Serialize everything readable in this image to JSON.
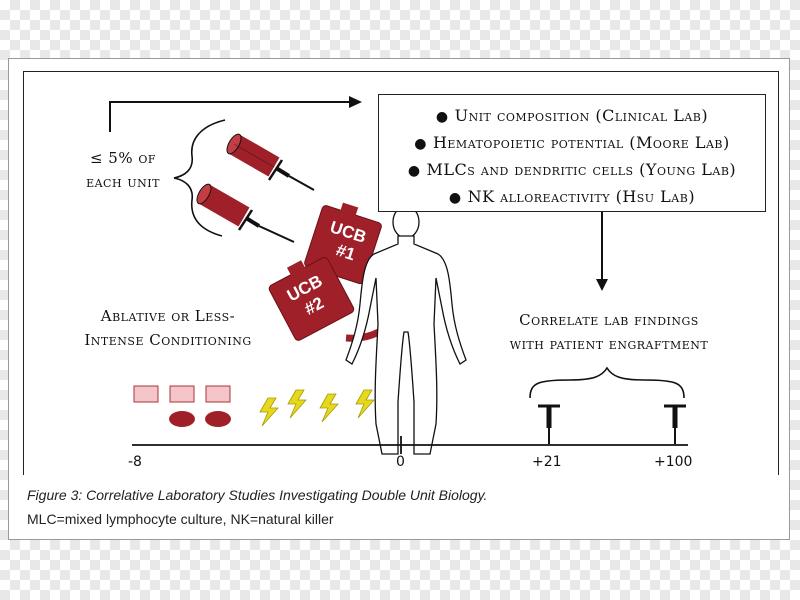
{
  "lab_studies": [
    "Unit composition (Clinical Lab)",
    "Hematopoietic potential (Moore Lab)",
    "MLCs and dendritic cells (Young Lab)",
    "NK alloreactivity (Hsu Lab)"
  ],
  "sample_label_line1": "≤ 5% of",
  "sample_label_line2": "each unit",
  "units": {
    "unit1_line1": "UCB",
    "unit1_line2": "#1",
    "unit2_line1": "UCB",
    "unit2_line2": "#2"
  },
  "conditioning_line1": "Ablative or Less-",
  "conditioning_line2": "Intense Conditioning",
  "correlate_line1": "Correlate lab findings",
  "correlate_line2": "with patient engraftment",
  "timeline_ticks": [
    "-8",
    "0",
    "+21",
    "+100"
  ],
  "caption": {
    "title": "Figure 3: Correlative Laboratory Studies Investigating Double Unit Biology.",
    "note": "MLC=mixed lymphocyte culture, NK=natural killer"
  },
  "colors": {
    "blood": "#a0202a",
    "chemo_box": "#f4c6cc",
    "lightning": "#e6d81c",
    "ink": "#111111"
  },
  "icons": {
    "syringe": "syringe-icon",
    "blood_bag": "blood-bag-icon",
    "patient": "human-body-icon",
    "radiation": "lightning-bolt-icon",
    "sampling": "needle-marker-icon"
  }
}
